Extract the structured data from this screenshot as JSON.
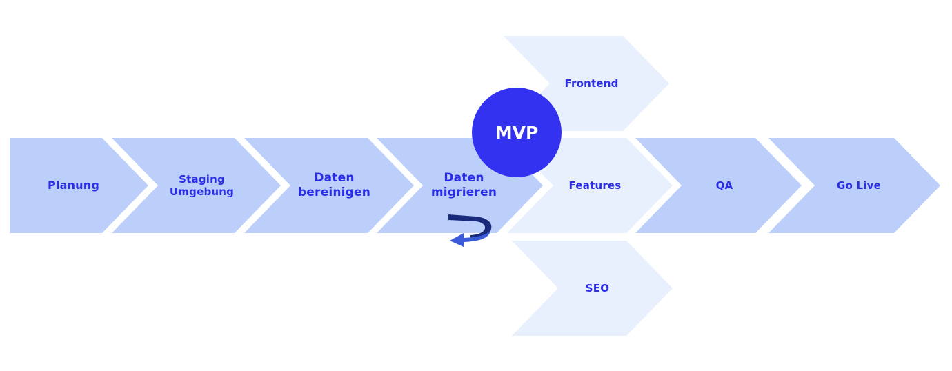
{
  "colors": {
    "main_chevron": "#bccffb",
    "branch_chevron": "#e8effd",
    "text": "#2b2ee6",
    "mvp_circle": "#3232f0",
    "mvp_text": "#ffffff",
    "loop_arrow_dark": "#1a2a7a",
    "loop_arrow_light": "#3b5bdb"
  },
  "steps": [
    {
      "label": "Planung"
    },
    {
      "label": "Staging\nUmgebung"
    },
    {
      "label": "Daten\nbereinigen"
    },
    {
      "label": "Daten\nmigrieren"
    },
    {
      "label": "QA"
    },
    {
      "label": "Go Live"
    }
  ],
  "branches": [
    {
      "label": "Frontend"
    },
    {
      "label": "Features"
    },
    {
      "label": "SEO"
    }
  ],
  "milestone": {
    "label": "MVP"
  },
  "loop_icon": "circular-arrow-icon"
}
